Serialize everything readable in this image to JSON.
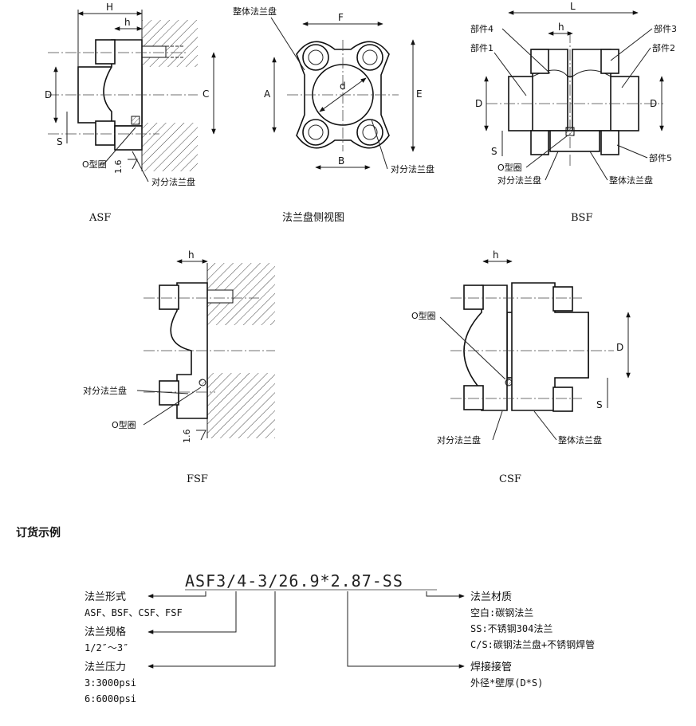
{
  "drawings": {
    "asf": {
      "title": "ASF",
      "dims": {
        "H": "H",
        "h": "h",
        "D": "D",
        "C": "C",
        "S": "S",
        "roughness": "1.6"
      },
      "labels": {
        "oring": "O型圈",
        "split_flange": "对分法兰盘"
      }
    },
    "side": {
      "title": "法兰盘侧视图",
      "dims": {
        "F": "F",
        "A": "A",
        "E": "E",
        "B": "B",
        "d": "d"
      },
      "labels": {
        "whole_flange": "整体法兰盘",
        "split_flange": "对分法兰盘"
      }
    },
    "bsf": {
      "title": "BSF",
      "dims": {
        "L": "L",
        "h": "h",
        "D_left": "D",
        "D_right": "D",
        "S": "S"
      },
      "labels": {
        "part1": "部件1",
        "part2": "部件2",
        "part3": "部件3",
        "part4": "部件4",
        "part5": "部件5",
        "oring": "O型圈",
        "split_flange": "对分法兰盘",
        "whole_flange": "整体法兰盘"
      }
    },
    "fsf": {
      "title": "FSF",
      "dims": {
        "h": "h",
        "roughness": "1.6"
      },
      "labels": {
        "split_flange": "对分法兰盘",
        "oring": "O型圈"
      }
    },
    "csf": {
      "title": "CSF",
      "dims": {
        "h": "h",
        "D": "D",
        "S": "S"
      },
      "labels": {
        "oring": "O型圈",
        "split_flange": "对分法兰盘",
        "whole_flange": "整体法兰盘"
      }
    }
  },
  "order_example": {
    "heading": "订货示例",
    "code": "ASF3/4-3/26.9*2.87-SS",
    "form": {
      "title": "法兰形式",
      "value": "ASF、BSF、CSF、FSF"
    },
    "size": {
      "title": "法兰规格",
      "value": "1/2″～3″"
    },
    "pressure": {
      "title": "法兰压力",
      "values": [
        "3:3000psi",
        "6:6000psi"
      ]
    },
    "material": {
      "title": "法兰材质",
      "values": [
        "空白:碳钢法兰",
        "SS:不锈钢304法兰",
        "C/S:碳钢法兰盘+不锈钢焊管"
      ]
    },
    "weld": {
      "title": "焊接接管",
      "value": "外径*壁厚(D*S)"
    }
  }
}
